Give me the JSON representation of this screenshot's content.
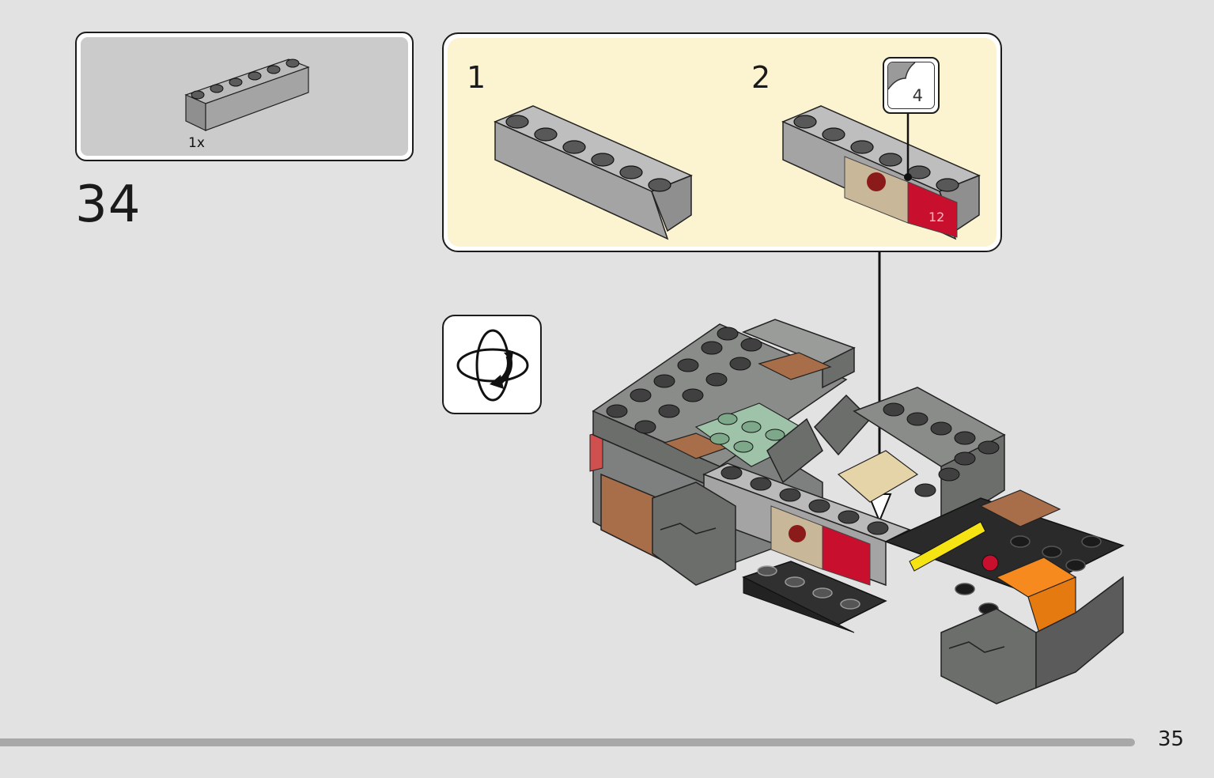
{
  "parts_list": {
    "items": [
      {
        "quantity": "1x",
        "part": "brick-1x6",
        "color": "#a0a1a0"
      }
    ]
  },
  "step": {
    "number": "34"
  },
  "sub_steps": [
    {
      "number": "1",
      "description": "brick-1x6"
    },
    {
      "number": "2",
      "description": "brick-1x6-with-sticker"
    }
  ],
  "sticker_callout": {
    "sticker_number": "4"
  },
  "rotate_icon": {
    "icon": "rotate-model-icon"
  },
  "page": {
    "number": "35"
  },
  "colors": {
    "background": "#e2e2e2",
    "parts_box": "#cbcbcb",
    "sub_assembly_box": "#fcf4d0",
    "light_gray_brick": "#a0a1a0",
    "dark_gray_brick": "#6c6e6c",
    "brown": "#a86e4a",
    "sand_green": "#9fc3a9",
    "tan": "#e4d4a8",
    "orange": "#f68a1e",
    "red_sticker": "#c8102e",
    "black": "#1b1b1b",
    "yellow": "#f5e313"
  }
}
